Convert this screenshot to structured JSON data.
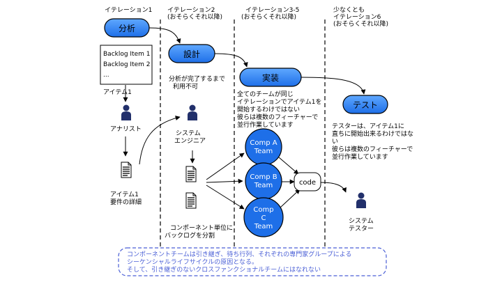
{
  "columns": {
    "iteration1": "イテレーション1",
    "iteration2_line1": "イテレーション2",
    "iteration2_line2": "(おそらくそれ以降)",
    "iteration35_line1": "イテレーション3-5",
    "iteration35_line2": "(おそらくそれ以降)",
    "iteration6_line1": "少なくとも",
    "iteration6_line2": "イテレーション6",
    "iteration6_line3": "(おそらくそれ以降)"
  },
  "phases": {
    "analysis": "分析",
    "design": "設計",
    "implementation": "実装",
    "test": "テスト"
  },
  "backlog": {
    "item1": "Backlog Item 1",
    "item2": "Backlog Item 2",
    "more": "..."
  },
  "labels": {
    "item1": "アイテム1",
    "analyst": "アナリスト",
    "spec_line1": "アイテム1",
    "spec_line2": "要件の詳細",
    "design_note_line1": "分析が完了するまで",
    "design_note_line2": "利用不可",
    "system_engineer_line1": "システム",
    "system_engineer_line2": "エンジニア",
    "component_backlog_line1": "コンポーネント単位に",
    "component_backlog_line2": "バックログを分割",
    "impl_note_line1": "全てのチームが同じ",
    "impl_note_line2": "イテレーションでアイテム1を",
    "impl_note_line3": "開始するわけではない",
    "impl_note_line4": "彼らは複数のフィーチャーで",
    "impl_note_line5": "並行作業しています",
    "test_note_line1": "テスターは、アイテム1に",
    "test_note_line2": "直ちに開始出来るわけではな",
    "test_note_line3": "い",
    "test_note_line4": "彼らは複数のフィーチャーで",
    "test_note_line5": "並行作業しています",
    "tester_line1": "システム",
    "tester_line2": "テスター",
    "code": "code"
  },
  "teams": {
    "a_line1": "Comp A",
    "a_line2": "Team",
    "b_line1": "Comp B",
    "b_line2": "Team",
    "c_line1": "Comp",
    "c_line2": "C",
    "c_line3": "Team"
  },
  "callout": {
    "line1": "コンポーネントチームは引き継ぎ、待ち行列、それぞれの専門家グループによる",
    "line2": "シーケンシャルライフサイクルの原因となる。",
    "line3": "そして、引き継ぎのないクロスファンクショナルチームにはなれない"
  },
  "colors": {
    "accent_blue": "#1e6fe8",
    "person_navy": "#22306b",
    "callout_border": "#4a5fd6"
  }
}
